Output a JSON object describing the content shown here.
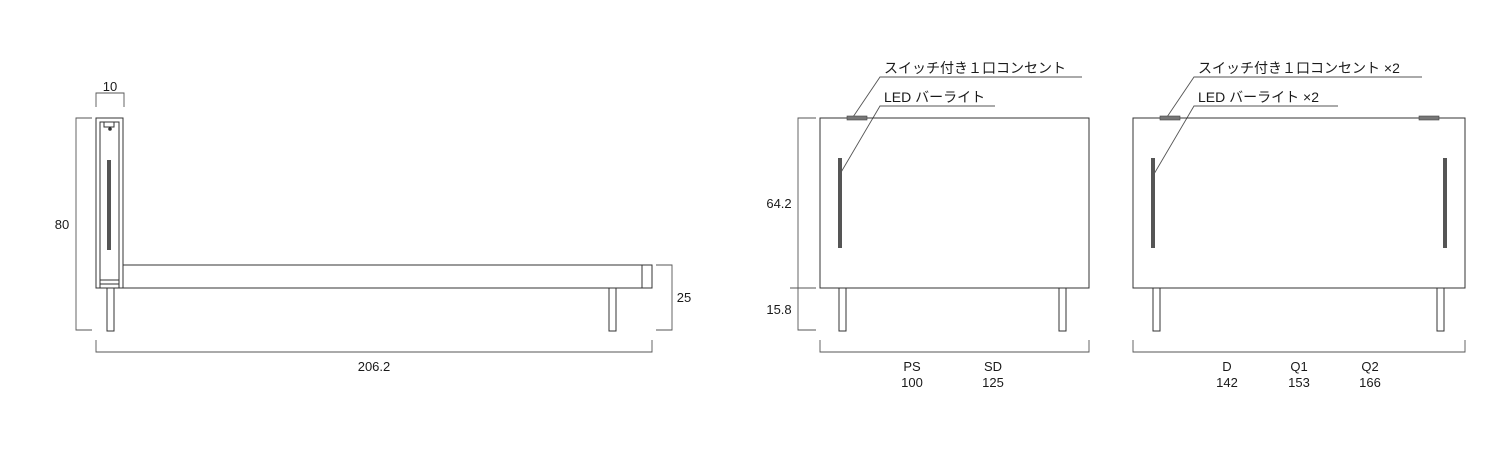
{
  "side_view": {
    "dim_headboard_thickness": "10",
    "dim_total_height": "80",
    "dim_frame_height": "25",
    "dim_total_length": "206.2"
  },
  "front_view_single": {
    "label_outlet": "スイッチ付き１口コンセント",
    "label_led": "LED バーライト",
    "dim_headboard_height": "64.2",
    "dim_leg_height": "15.8",
    "sizes": [
      {
        "name": "PS",
        "width": "100"
      },
      {
        "name": "SD",
        "width": "125"
      }
    ]
  },
  "front_view_double": {
    "label_outlet": "スイッチ付き１口コンセント ×2",
    "label_led": "LED バーライト ×2",
    "sizes": [
      {
        "name": "D",
        "width": "142"
      },
      {
        "name": "Q1",
        "width": "153"
      },
      {
        "name": "Q2",
        "width": "166"
      }
    ]
  }
}
